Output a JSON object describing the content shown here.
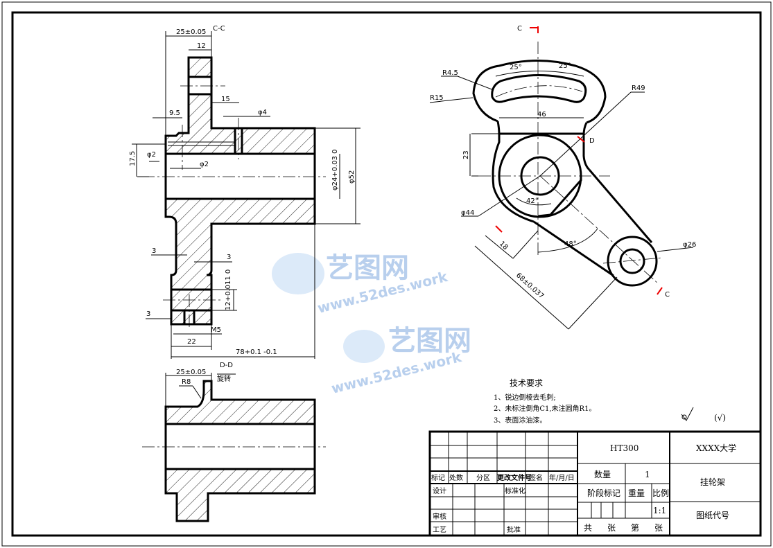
{
  "section_views": {
    "cc_label": "C-C",
    "dd_label": "D-D",
    "dd_note": "旋转"
  },
  "dims_cc": {
    "width_25": "25±0.05",
    "d12": "12",
    "d15": "15",
    "d9_5": "9.5",
    "phi4": "φ4",
    "phi2_a": "φ2",
    "phi2_b": "φ2",
    "d17_5": "17.5",
    "phi24": "φ24+0.03 0",
    "phi52": "φ52",
    "d3_a": "3",
    "d3_b": "3",
    "d3_c": "3",
    "d12_tol": "12+0.011 0",
    "m5": "M5",
    "d22": "22",
    "d78": "78+0.1 -0.1"
  },
  "dims_dd": {
    "width_25": "25±0.05",
    "r8": "R8"
  },
  "dims_front": {
    "cut_c_top": "C",
    "cut_c_bottom": "C",
    "cut_d": "D",
    "r4_5": "R4.5",
    "r15": "R15",
    "r49": "R49",
    "ang25_a": "25°",
    "ang25_b": "25°",
    "d46": "46",
    "d23": "23",
    "ang42": "42°",
    "phi44": "φ44",
    "d18": "18",
    "ang48": "48°",
    "phi26": "φ26",
    "d68": "68±0.037"
  },
  "tech_req": {
    "title": "技术要求",
    "items": [
      "1、锐边倒棱去毛刺;",
      "2、未标注倒角C1,未注圆角R1。",
      "3、表面涂油漆。"
    ],
    "roughness_other": "(√)"
  },
  "title_block": {
    "material": "HT300",
    "school": "XXXX大学",
    "part_name": "挂轮架",
    "drawing_no": "图纸代号",
    "qty_label": "数量",
    "qty_value": "1",
    "stage_label": "阶段标记",
    "weight_label": "重量",
    "scale_label": "比例",
    "scale_value": "1:1",
    "total_label": "共",
    "sheet_label1": "张",
    "page_label": "第",
    "sheet_label2": "张",
    "hdr_mark": "标记",
    "hdr_count": "处数",
    "hdr_zone": "分区",
    "hdr_docno": "更改文件号",
    "hdr_sign": "签名",
    "hdr_date": "年/月/日",
    "design": "设计",
    "standard": "标准化",
    "review": "审核",
    "process": "工艺",
    "approve": "批准"
  },
  "watermark": {
    "cn": "艺图网",
    "url": "www.52des.work"
  }
}
